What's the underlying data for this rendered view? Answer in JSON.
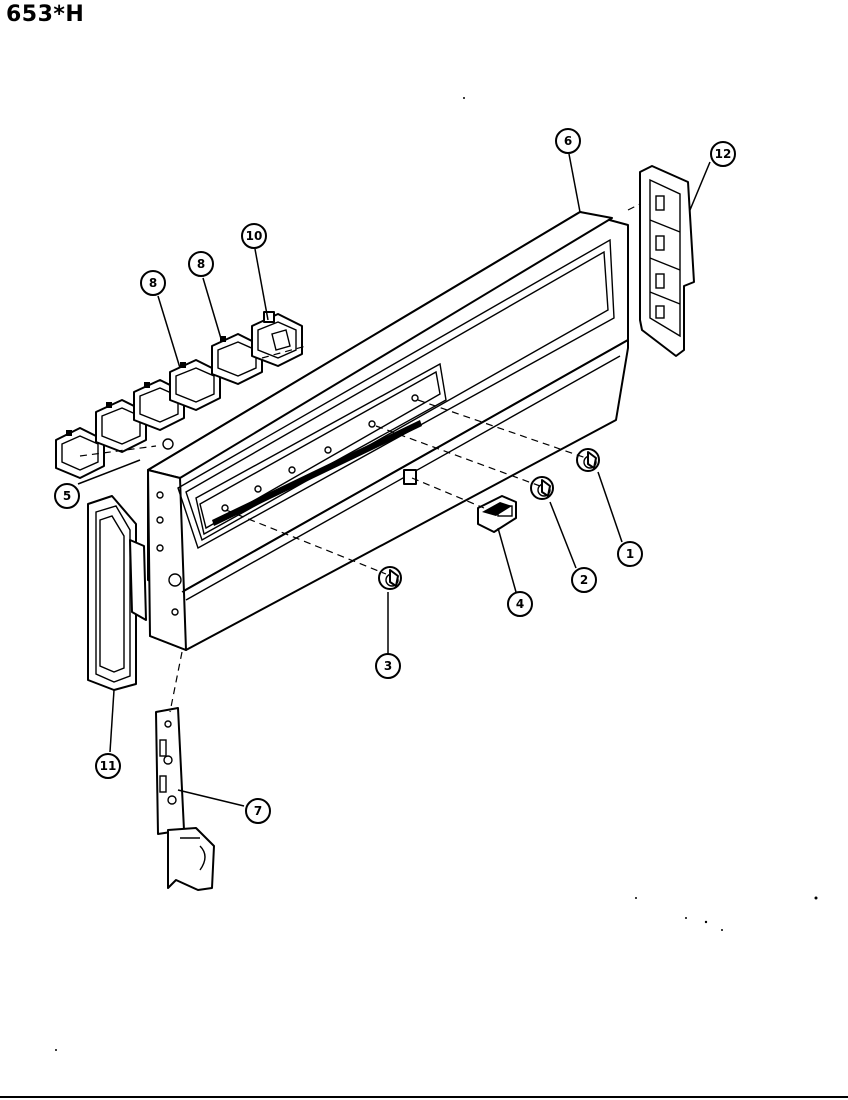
{
  "diagram": {
    "title": "653*H",
    "callouts": [
      {
        "id": "1",
        "label": "1"
      },
      {
        "id": "2",
        "label": "2"
      },
      {
        "id": "3",
        "label": "3"
      },
      {
        "id": "4",
        "label": "4"
      },
      {
        "id": "5",
        "label": "5"
      },
      {
        "id": "6",
        "label": "6"
      },
      {
        "id": "7",
        "label": "7"
      },
      {
        "id": "8a",
        "label": "8"
      },
      {
        "id": "8b",
        "label": "8"
      },
      {
        "id": "10",
        "label": "10"
      },
      {
        "id": "11",
        "label": "11"
      },
      {
        "id": "12",
        "label": "12"
      }
    ]
  }
}
